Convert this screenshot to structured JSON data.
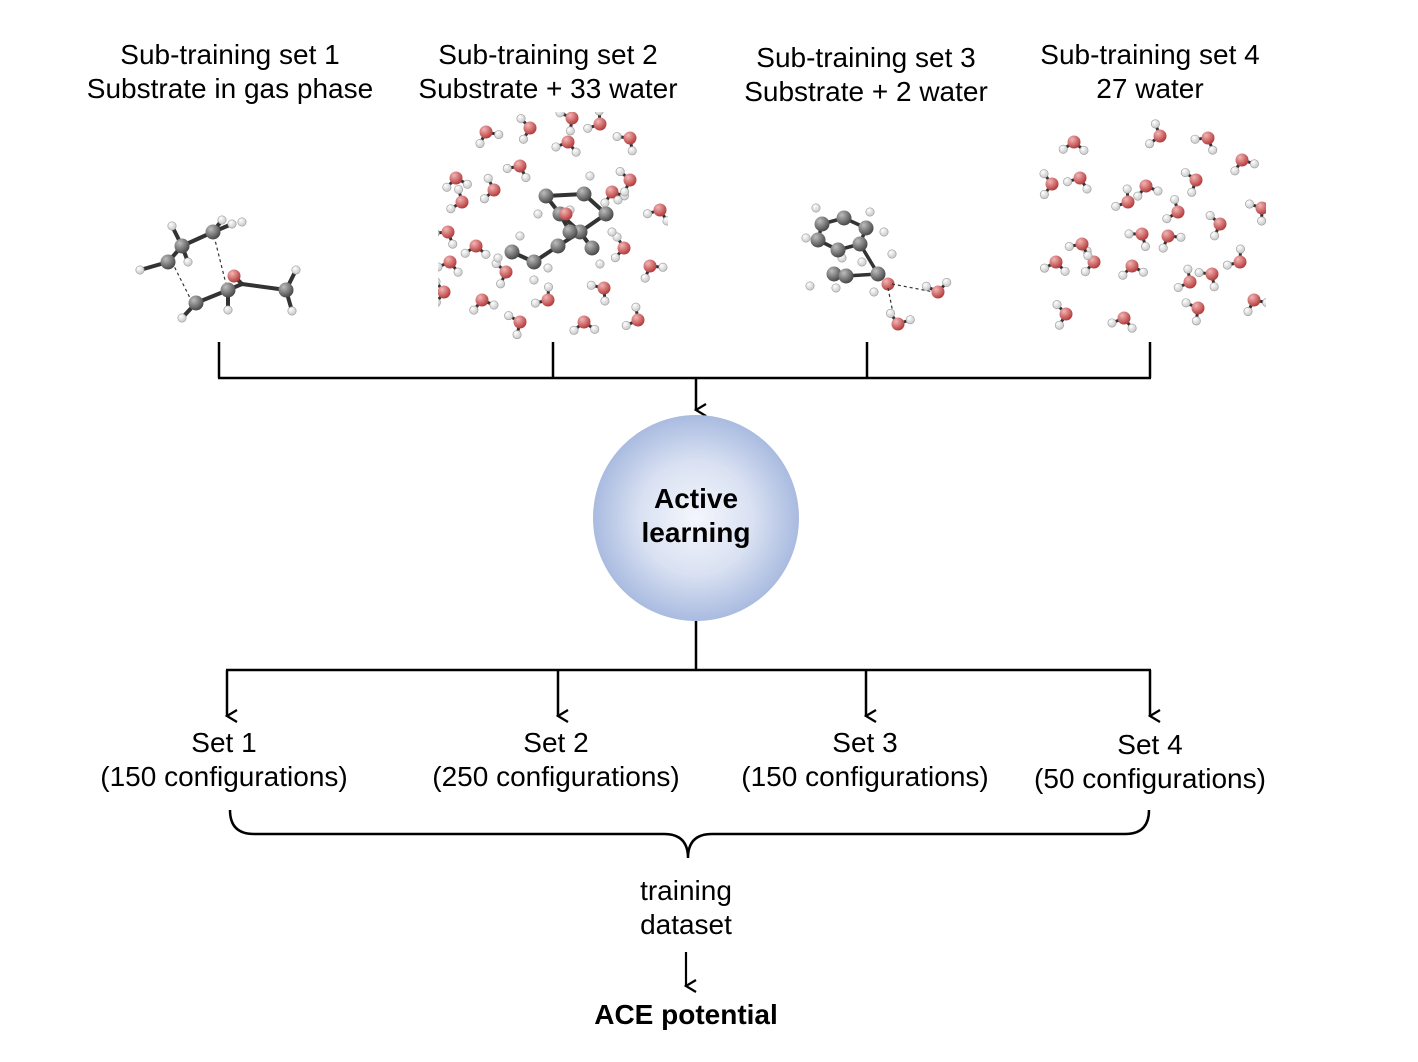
{
  "inputs": [
    {
      "title": "Sub-training set 1",
      "subtitle": "Substrate in gas phase"
    },
    {
      "title": "Sub-training set 2",
      "subtitle": "Substrate + 33 water"
    },
    {
      "title": "Sub-training set 3",
      "subtitle": "Substrate + 2 water"
    },
    {
      "title": "Sub-training set 4",
      "subtitle": "27 water"
    }
  ],
  "center": {
    "line1": "Active",
    "line2": "learning"
  },
  "outputs": [
    {
      "title": "Set 1",
      "subtitle": "(150 configurations)"
    },
    {
      "title": "Set 2",
      "subtitle": "(250 configurations)"
    },
    {
      "title": "Set 3",
      "subtitle": "(150 configurations)"
    },
    {
      "title": "Set 4",
      "subtitle": "(50 configurations)"
    }
  ],
  "merge": {
    "line1": "training",
    "line2": "dataset"
  },
  "final": {
    "label": "ACE potential"
  },
  "colors": {
    "carbon": "#5a5a5a",
    "oxygen": "#d15656",
    "hydrogen": "#f2f2f2",
    "circle_outer": "#aebfe0",
    "circle_inner": "#f1f4fb"
  }
}
